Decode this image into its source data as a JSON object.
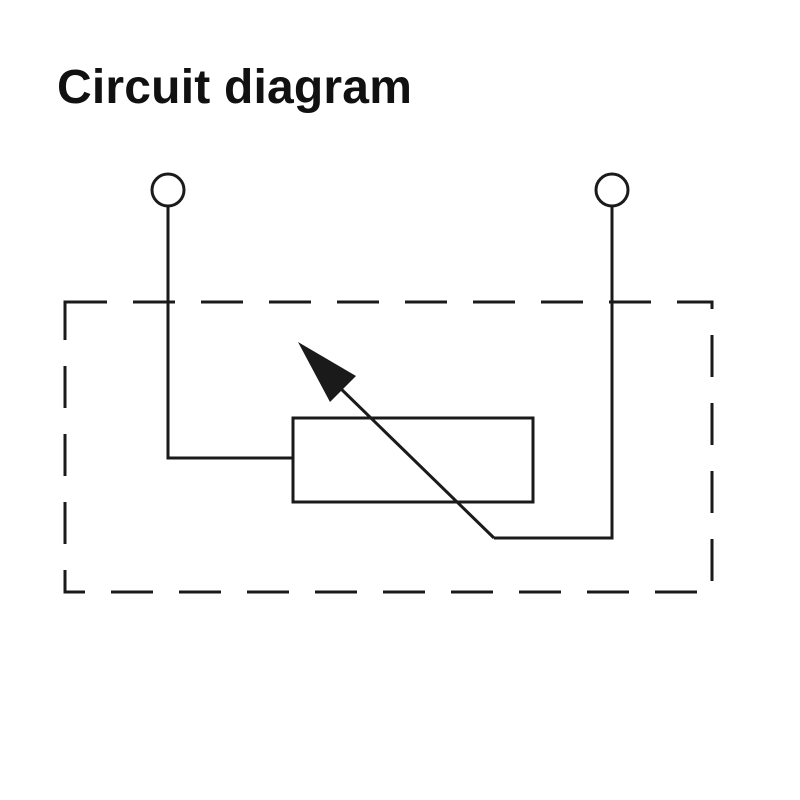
{
  "title": "Circuit diagram",
  "diagram": {
    "component": "variable-resistor",
    "terminals": [
      "left-terminal",
      "right-terminal"
    ],
    "enclosure": "dashed",
    "line_color": "#1a1a1a"
  }
}
